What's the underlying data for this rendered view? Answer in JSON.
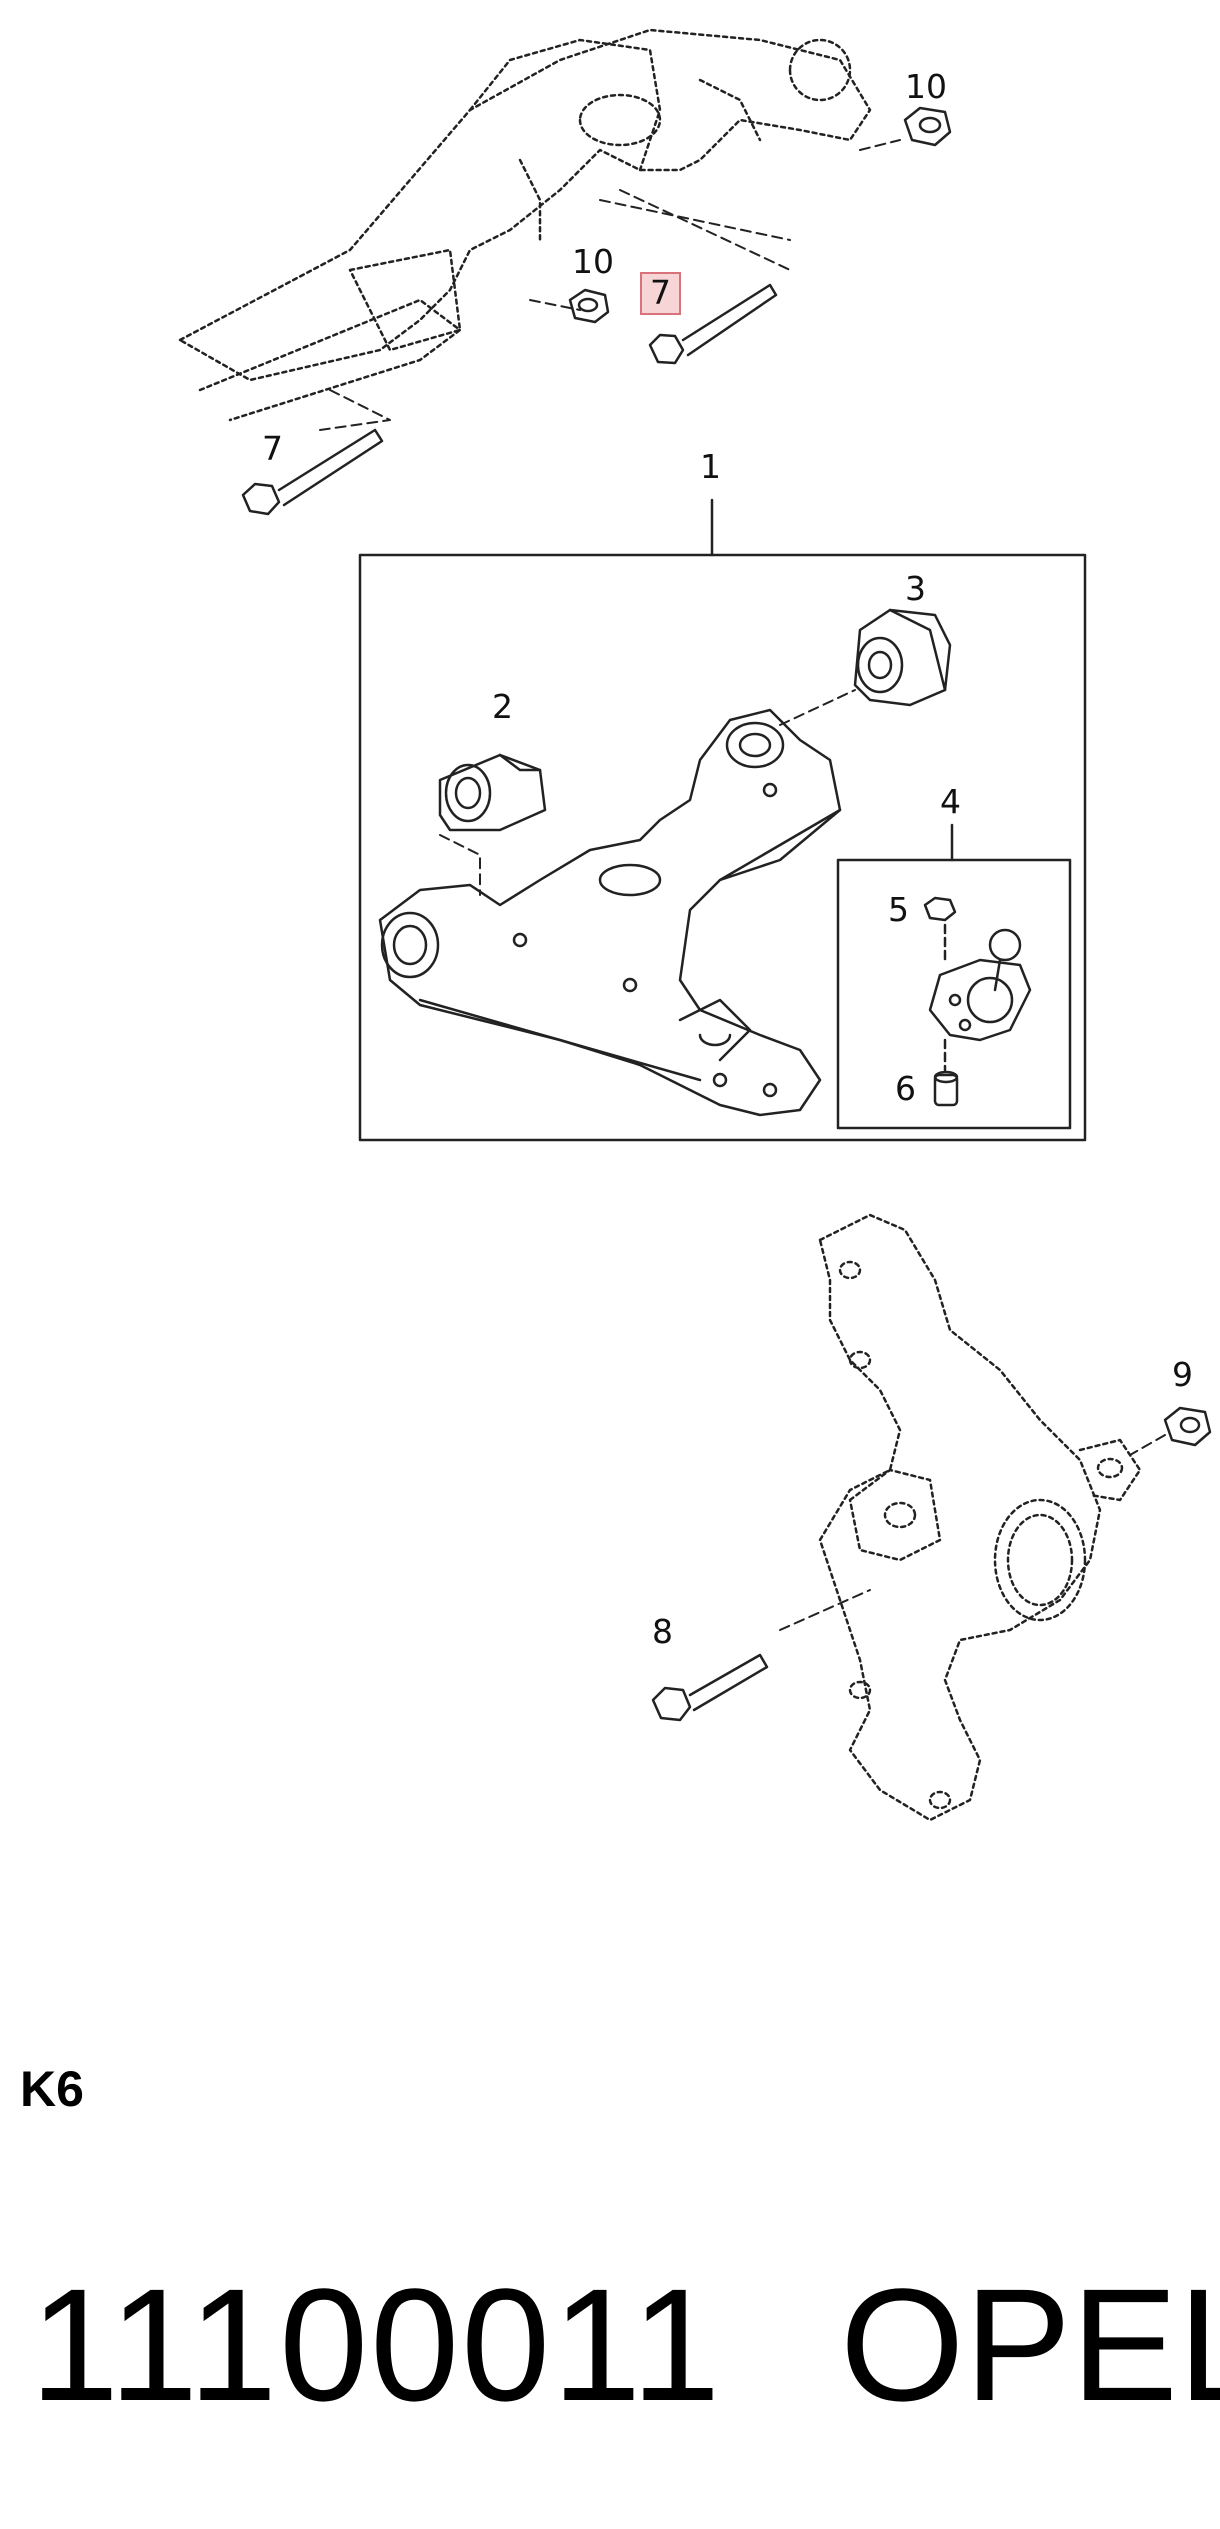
{
  "callouts": {
    "c10_top": "10",
    "c10_mid": "10",
    "c7_selected": "7",
    "c7_left": "7",
    "c1": "1",
    "c2": "2",
    "c3": "3",
    "c4": "4",
    "c5": "5",
    "c6": "6",
    "c9": "9",
    "c8": "8"
  },
  "footer": {
    "section_code": "K6",
    "part_number": "11100011",
    "brand": "OPEL"
  },
  "colors": {
    "line": "#222222",
    "highlight_fill": "#f7d4d6",
    "highlight_border": "#d9727a"
  }
}
